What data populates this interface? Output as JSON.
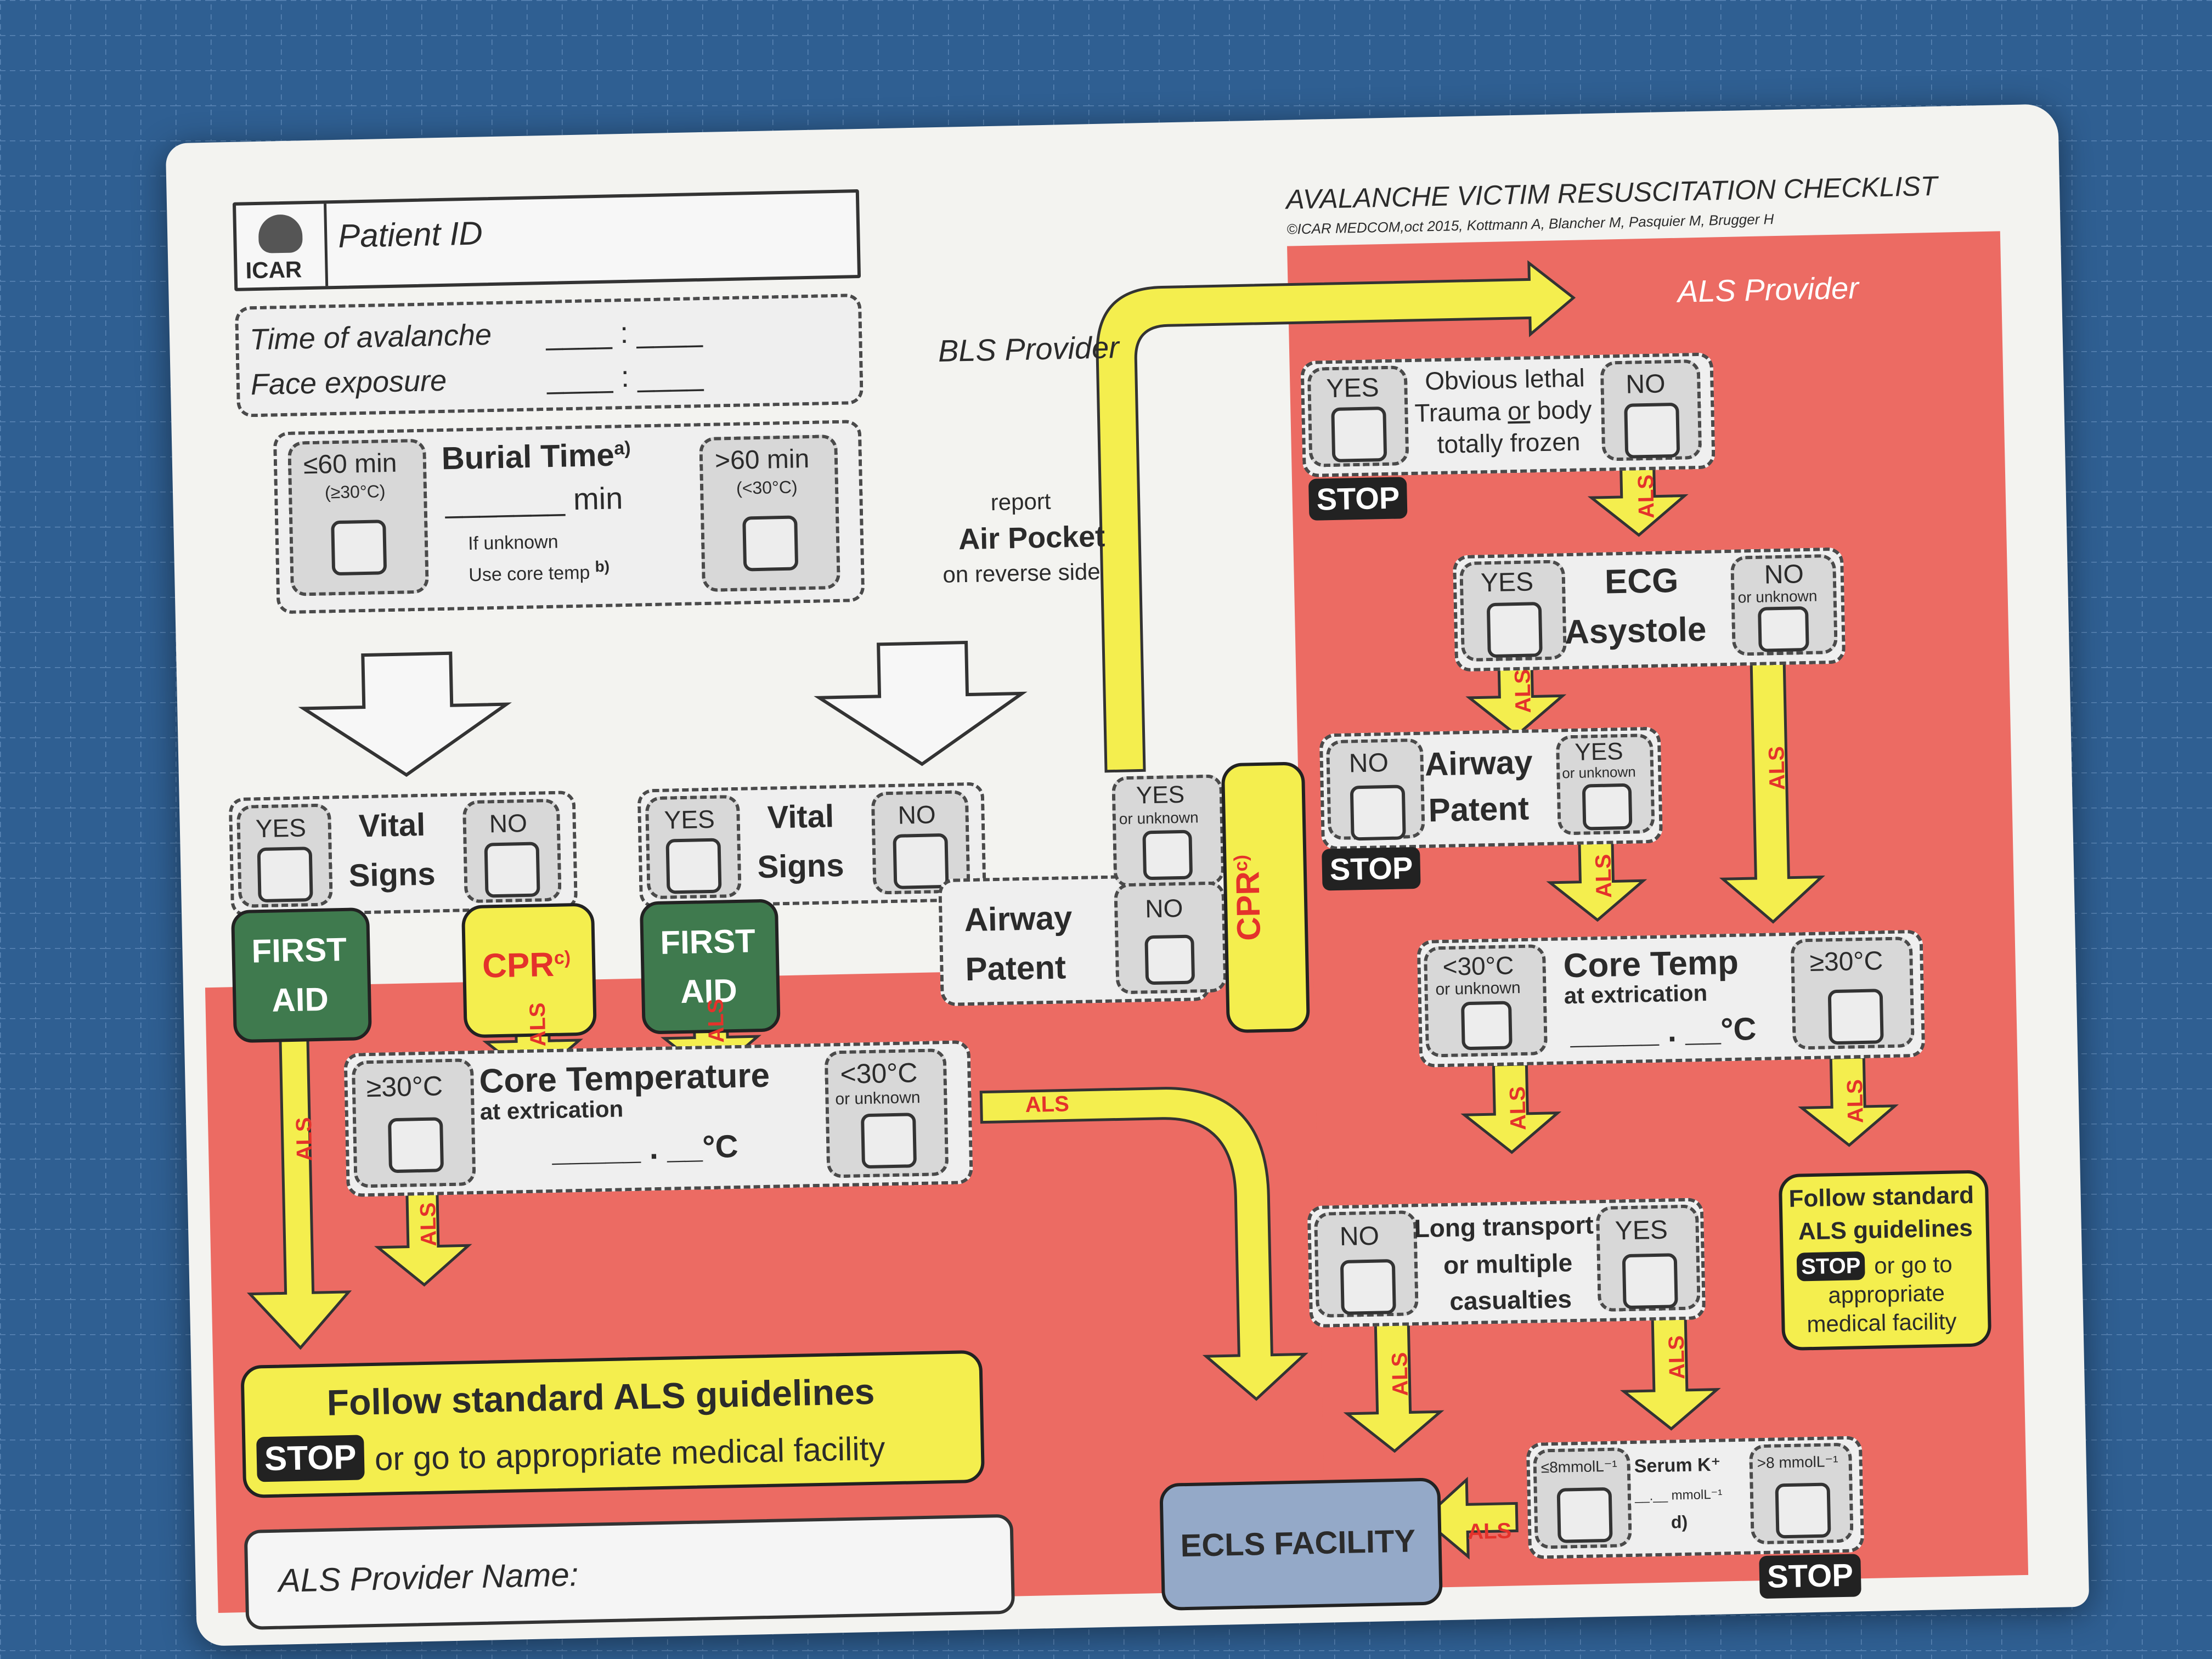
{
  "header": {
    "patient_id_label": "Patient ID",
    "logo_text": "ICAR",
    "title": "AVALANCHE VICTIM RESUSCITATION CHECKLIST",
    "subtitle": "©ICAR MEDCOM,oct 2015, Kottmann A, Blancher M, Pasquier M, Brugger H"
  },
  "times": {
    "avalanche_label": "Time of avalanche",
    "face_label": "Face exposure",
    "blank": "____ : ____"
  },
  "labels": {
    "bls_provider": "BLS Provider",
    "als_provider": "ALS Provider",
    "yes": "YES",
    "no": "NO",
    "als": "ALS",
    "stop": "STOP",
    "cpr": "CPR",
    "cpr_sup": "c)",
    "or_unknown": "or unknown",
    "first": "FIRST",
    "aid": "AID",
    "vital": "Vital",
    "signs": "Signs",
    "airway": "Airway",
    "patent": "Patent"
  },
  "burial": {
    "le60": "≤60 min",
    "le60_temp": "(≥30°C)",
    "title": "Burial Time",
    "title_sup": "a)",
    "min_blank": "_______ min",
    "gt60": ">60 min",
    "gt60_temp": "(<30°C)",
    "if_unknown": "If unknown",
    "use_core": "Use core temp",
    "use_core_sup": "b)"
  },
  "air_pocket": {
    "line1": "report",
    "line2": "Air Pocket",
    "line3": "on reverse side"
  },
  "left_core": {
    "ge30": "≥30°C",
    "title": "Core Temperature",
    "sub": "at extrication",
    "blank": "_____ . __°C",
    "lt30": "<30°C"
  },
  "left_follow": {
    "line1": "Follow standard ALS guidelines",
    "line2": "or go to appropriate medical facility"
  },
  "provider_name": "ALS Provider Name:",
  "lethal": {
    "line1": "Obvious lethal",
    "line2_a": "Trauma ",
    "line2_or": "or",
    "line2_b": " body",
    "line3": "totally frozen"
  },
  "ecg": {
    "line1": "ECG",
    "line2": "Asystole"
  },
  "right_core": {
    "lt30": "<30°C",
    "title": "Core Temp",
    "sub": "at extrication",
    "blank": "_____ . __°C",
    "ge30": "≥30°C"
  },
  "transport": {
    "line1": "Long transport",
    "line2": "or multiple",
    "line3": "casualties"
  },
  "right_follow": {
    "line1": "Follow standard",
    "line2": "ALS guidelines",
    "line3": "or go to",
    "line4": "appropriate",
    "line5": "medical facility"
  },
  "serum": {
    "le8": "≤8mmolL⁻¹",
    "title": "Serum K⁺",
    "blank": "__.__ mmolL⁻¹",
    "note": "d)",
    "gt8": ">8 mmolL⁻¹"
  },
  "ecls": "ECLS FACILITY",
  "colors": {
    "red_zone": "#ec6b63",
    "yellow": "#f4ee4e",
    "green": "#3f7a4e",
    "ecls_blue": "#94a9c8",
    "als_text": "#e4322b"
  }
}
